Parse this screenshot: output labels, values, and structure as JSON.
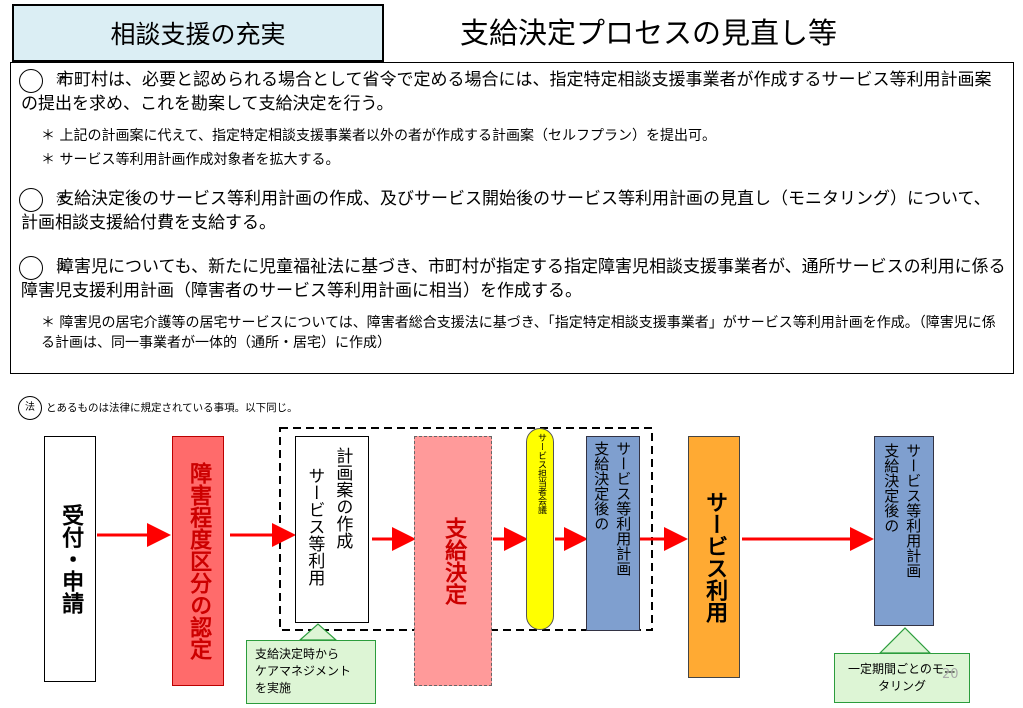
{
  "header": {
    "tab_label": "相談支援の充実",
    "title": "支給決定プロセスの見直し等"
  },
  "law_mark": "法",
  "summary": {
    "p1": "市町村は、必要と認められる場合として省令で定める場合には、指定特定相談支援事業者が作成するサービス等利用計画案の提出を求め、これを勘案して支給決定を行う。",
    "p1_note1": "＊ 上記の計画案に代えて、指定特定相談支援事業者以外の者が作成する計画案（セルフプラン）を提出可。",
    "p1_note2": "＊ サービス等利用計画作成対象者を拡大する。",
    "p2": "支給決定後のサービス等利用計画の作成、及びサービス開始後のサービス等利用計画の見直し（モニタリング）について、計画相談支援給付費を支給する。",
    "p3": "障害児についても、新たに児童福祉法に基づき、市町村が指定する指定障害児相談支援事業者が、通所サービスの利用に係る障害児支援利用計画（障害者のサービス等利用計画に相当）を作成する。",
    "p3_note1": "＊ 障害児の居宅介護等の居宅サービスについては、障害者総合支援法に基づき、「指定特定相談支援事業者」がサービス等利用計画を作成。（障害児に係る計画は、同一事業者が一体的（通所・居宅）に作成）"
  },
  "legend": "とあるものは法律に規定されている事項。以下同じ。",
  "flow": {
    "step1": "受付・申請",
    "step2": "障害程度区分の認定",
    "step3_col1": "サービス等利用",
    "step3_col2": "計画案の作成",
    "step4": "支給決定",
    "step5": "サービス担当者会議",
    "step6_col1": "サービス等利用計画",
    "step6_col2": "支給決定後の",
    "step7": "サービス利用",
    "step8_col1": "サービス等利用計画",
    "step8_col2": "支給決定後の"
  },
  "callouts": {
    "left": "支給決定時から\nケアマネジメント\nを実施",
    "right": "一定期間ごとのモニタリング"
  },
  "page_number": "20",
  "colors": {
    "tab_fill": "#dbeef4",
    "arrow": "#ff0000",
    "disability_box": "#ff6b6b",
    "decision_box": "#ff9a9a",
    "meeting_box": "#ffff00",
    "plan_box": "#7f9fcf",
    "service_box": "#ffaa33",
    "callout_fill": "#ddf5d5",
    "callout_border": "#2b9c3c"
  }
}
